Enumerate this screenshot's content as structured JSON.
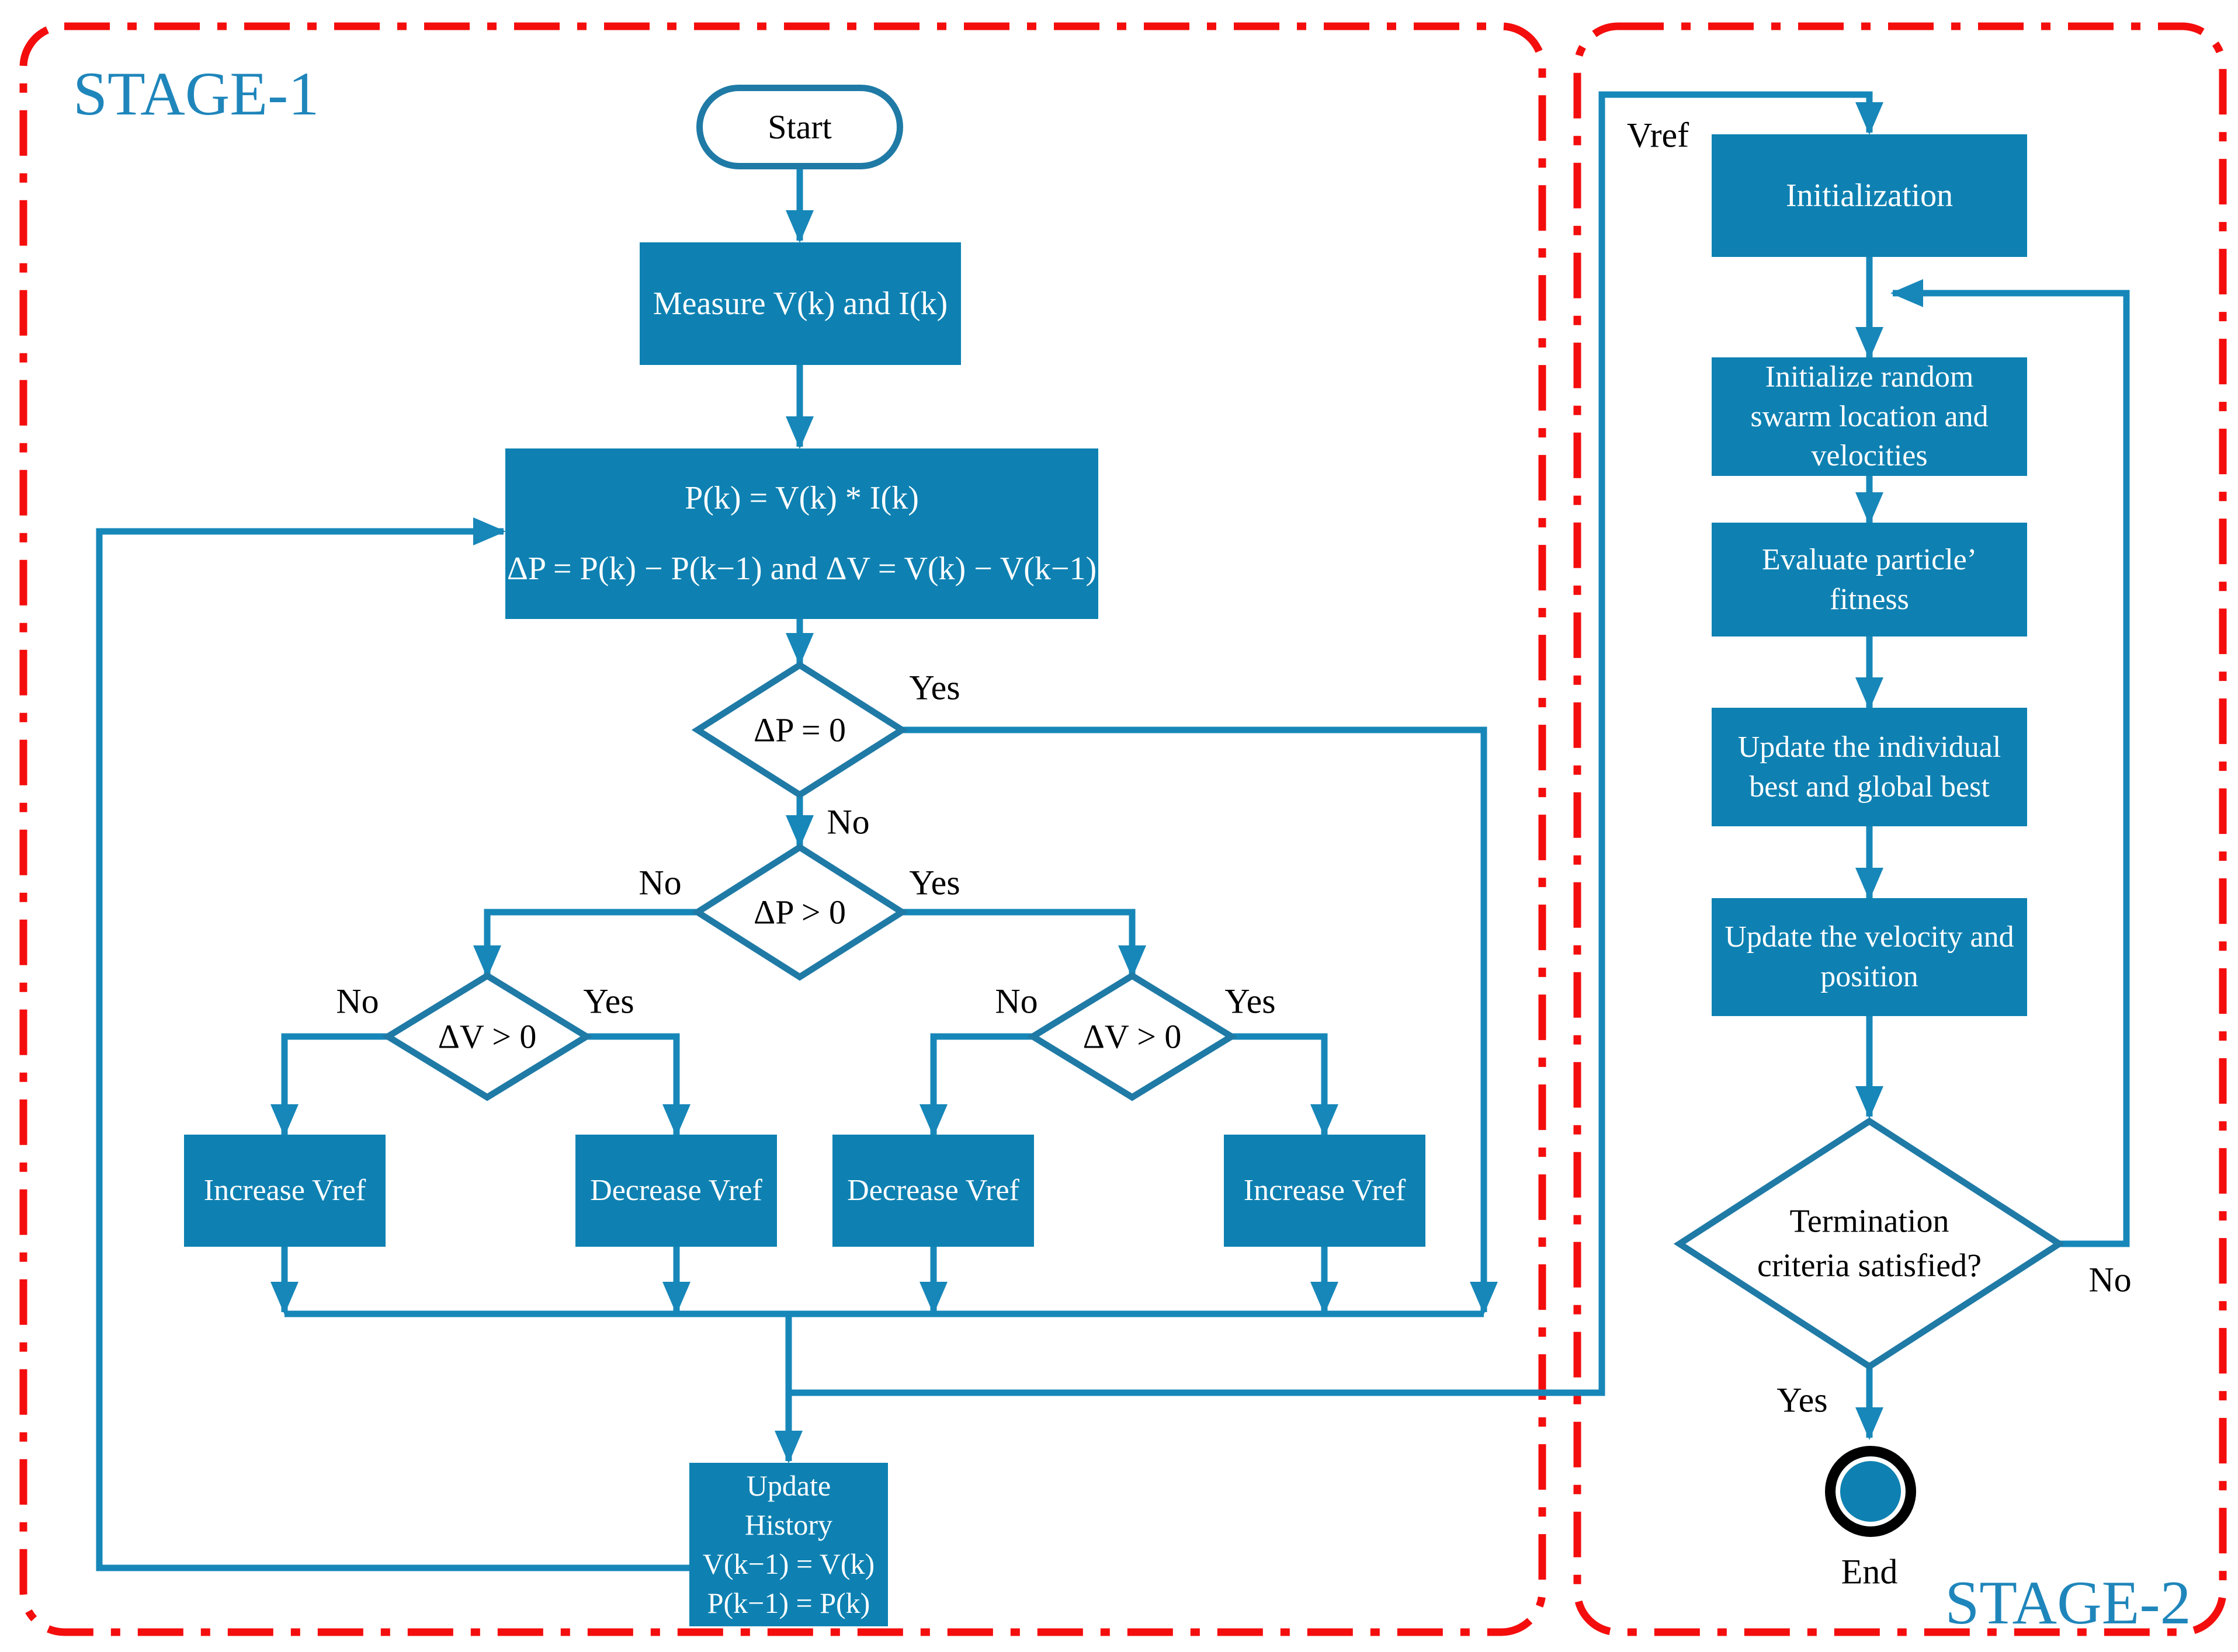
{
  "colors": {
    "node_fill": "#0e81b2",
    "connector": "#1787b9",
    "diamond_outline": "#1f7aa6",
    "stage_border_red": "#f40d0d",
    "stage_title_blue": "#1f86bb",
    "node_text": "#ffffff",
    "label_text": "#000000"
  },
  "stage1": {
    "title": "STAGE-1",
    "start": "Start",
    "measure": "Measure V(k) and I(k)",
    "compute": [
      "P(k) = V(k) * I(k)",
      "ΔP = P(k) − P(k−1) and ΔV = V(k) − V(k−1)"
    ],
    "decisions": {
      "dp_zero": "ΔP = 0",
      "dp_pos": "ΔP > 0",
      "dv_left": "ΔV > 0",
      "dv_right": "ΔV > 0"
    },
    "actions": [
      "Increase Vref",
      "Decrease Vref",
      "Decrease Vref",
      "Increase Vref"
    ],
    "update_history": [
      "Update",
      "History",
      "V(k−1) = V(k)",
      "P(k−1) = P(k)"
    ],
    "edge_labels": {
      "dp_zero_yes": "Yes",
      "dp_zero_no": "No",
      "dp_pos_no": "No",
      "dp_pos_yes": "Yes",
      "dv_left_no": "No",
      "dv_left_yes": "Yes",
      "dv_right_no": "No",
      "dv_right_yes": "Yes"
    }
  },
  "stage2": {
    "title": "STAGE-2",
    "vref_label": "Vref",
    "boxes": {
      "init": "Initialization",
      "swarm": [
        "Initialize random",
        "swarm location and",
        "velocities"
      ],
      "fitness": [
        "Evaluate particle’",
        "fitness"
      ],
      "best": [
        "Update the individual",
        "best and global best"
      ],
      "velocity": [
        "Update the velocity and",
        "position"
      ]
    },
    "decision": [
      "Termination",
      "criteria satisfied?"
    ],
    "edge_labels": {
      "termination_yes": "Yes",
      "termination_no": "No"
    },
    "end_label": "End"
  }
}
